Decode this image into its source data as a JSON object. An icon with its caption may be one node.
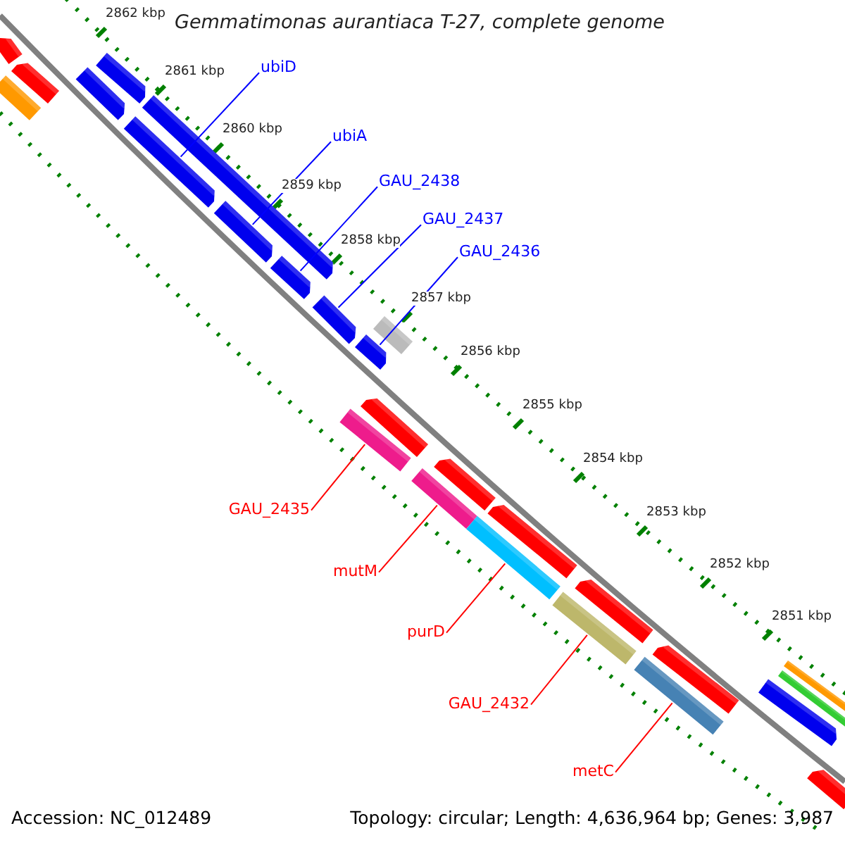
{
  "diagram": {
    "title": "Gemmatimonas aurantiaca T-27, complete genome",
    "nodes": [
      {
        "text": [
          "ubiD"
        ]
      },
      {
        "text": [],
        "shape": "pentagon"
      },
      {
        "text": [
          "ubiA"
        ]
      },
      {
        "text": [],
        "shape": "pentagon"
      },
      {
        "text": [
          "GAU_2438"
        ]
      },
      {
        "text": [],
        "shape": "pentagon"
      },
      {
        "text": [
          "GAU_2437"
        ]
      },
      {
        "text": [],
        "shape": "pentagon"
      },
      {
        "text": [
          "GAU_2436"
        ]
      },
      {
        "text": [],
        "shape": "pentagon"
      },
      {
        "text": [
          "GAU_2435"
        ]
      },
      {
        "text": [],
        "shape": "bar"
      },
      {
        "text": [
          "mutM"
        ]
      },
      {
        "text": [],
        "shape": "bar"
      },
      {
        "text": [
          "purD"
        ]
      },
      {
        "text": [],
        "shape": "bar"
      },
      {
        "text": [
          "GAU_2432"
        ]
      },
      {
        "text": [],
        "shape": "bar"
      },
      {
        "text": [
          "metC"
        ]
      },
      {
        "text": [],
        "shape": "bar"
      },
      {
        "text": [],
        "shape": "pentagon"
      },
      {
        "text": [],
        "shape": "bar"
      },
      {
        "text": [],
        "shape": "pentagon"
      },
      {
        "text": [],
        "shape": "pentagon"
      },
      {
        "text": [],
        "shape": "pentagon"
      },
      {
        "text": [],
        "shape": "pentagon"
      },
      {
        "text": [],
        "shape": "bar"
      },
      {
        "text": [],
        "shape": "pentagon"
      },
      {
        "text": [],
        "shape": "pentagon"
      },
      {
        "text": [],
        "shape": "pentagon"
      },
      {
        "text": [],
        "shape": "pentagon"
      },
      {
        "text": [],
        "shape": "pentagon"
      },
      {
        "text": [],
        "shape": "pentagon"
      },
      {
        "text": [],
        "shape": "bar"
      },
      {
        "text": [],
        "shape": "bar"
      },
      {
        "text": [],
        "shape": "pentagon"
      }
    ],
    "edges": [
      {
        "from": 0,
        "to": 1,
        "arrow": "none"
      },
      {
        "from": 2,
        "to": 3,
        "arrow": "none"
      },
      {
        "from": 4,
        "to": 5,
        "arrow": "none"
      },
      {
        "from": 6,
        "to": 7,
        "arrow": "none"
      },
      {
        "from": 8,
        "to": 9,
        "arrow": "none"
      },
      {
        "from": 10,
        "to": 11,
        "arrow": "none",
        "color": "#ff0000"
      },
      {
        "from": 12,
        "to": 13,
        "arrow": "none",
        "color": "#ff0000"
      },
      {
        "from": 14,
        "to": 15,
        "arrow": "none",
        "color": "#ff0000"
      },
      {
        "from": 16,
        "to": 17,
        "arrow": "none",
        "color": "#ff0000"
      },
      {
        "from": 18,
        "to": 19,
        "arrow": "none",
        "color": "#ff0000"
      }
    ],
    "labels": [
      "2862 kbp",
      "2861 kbp",
      "2860 kbp",
      "2859 kbp",
      "2858 kbp",
      "2857 kbp",
      "2856 kbp",
      "2855 kbp",
      "2854 kbp",
      "2853 kbp",
      "2852 kbp",
      "2851 kbp",
      "Accession: NC_012489",
      "Topology: circular; Length: 4,636,964 bp; Genes: 3,987"
    ]
  }
}
